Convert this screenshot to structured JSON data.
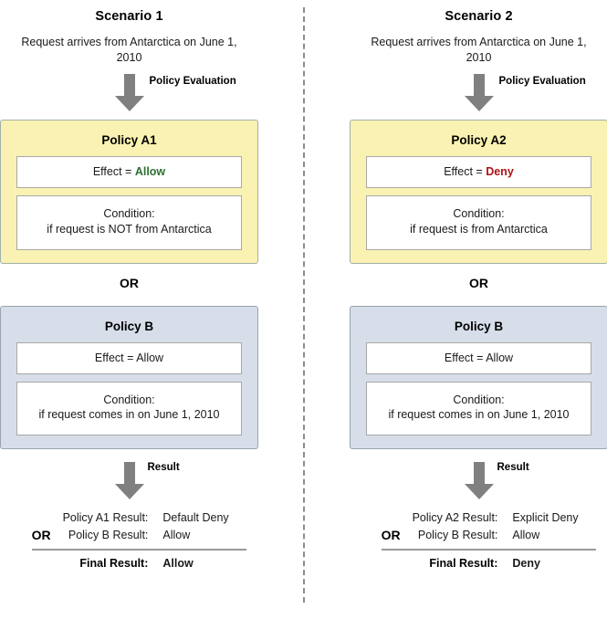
{
  "diagram": {
    "divider": "dashed-vertical-separator",
    "colors": {
      "policy_a_fill": "#faf2b2",
      "policy_b_fill": "#d7dee9",
      "arrow": "#808080",
      "allow_green": "#2f7032",
      "deny_red": "#b01212"
    }
  },
  "scenarios": [
    {
      "title": "Scenario 1",
      "request": "Request arrives from Antarctica on June 1, 2010",
      "evaluation_arrow_label": "Policy Evaluation",
      "policy_a": {
        "name": "Policy A1",
        "effect_prefix": "Effect = ",
        "effect_value": "Allow",
        "effect_tone": "allow",
        "condition_title": "Condition:",
        "condition_text": "if request is NOT from Antarctica"
      },
      "or_separator": "OR",
      "policy_b": {
        "name": "Policy B",
        "effect_prefix": "Effect = ",
        "effect_value": "Allow",
        "effect_tone": "plain",
        "condition_title": "Condition:",
        "condition_text": "if request comes in on June 1, 2010"
      },
      "result_arrow_label": "Result",
      "results": {
        "or_label": "OR",
        "row_a_label": "Policy A1 Result:",
        "row_a_value": "Default Deny",
        "row_b_label": "Policy B Result:",
        "row_b_value": "Allow",
        "final_label": "Final Result:",
        "final_value": "Allow",
        "final_tone": "allow"
      }
    },
    {
      "title": "Scenario 2",
      "request": "Request arrives from Antarctica on June 1, 2010",
      "evaluation_arrow_label": "Policy Evaluation",
      "policy_a": {
        "name": "Policy A2",
        "effect_prefix": "Effect = ",
        "effect_value": "Deny",
        "effect_tone": "deny",
        "condition_title": "Condition:",
        "condition_text": "if request is from Antarctica"
      },
      "or_separator": "OR",
      "policy_b": {
        "name": "Policy B",
        "effect_prefix": "Effect = ",
        "effect_value": "Allow",
        "effect_tone": "plain",
        "condition_title": "Condition:",
        "condition_text": "if request comes in on June 1, 2010"
      },
      "result_arrow_label": "Result",
      "results": {
        "or_label": "OR",
        "row_a_label": "Policy A2 Result:",
        "row_a_value": "Explicit Deny",
        "row_b_label": "Policy B Result:",
        "row_b_value": "Allow",
        "final_label": "Final Result:",
        "final_value": "Deny",
        "final_tone": "deny"
      }
    }
  ]
}
